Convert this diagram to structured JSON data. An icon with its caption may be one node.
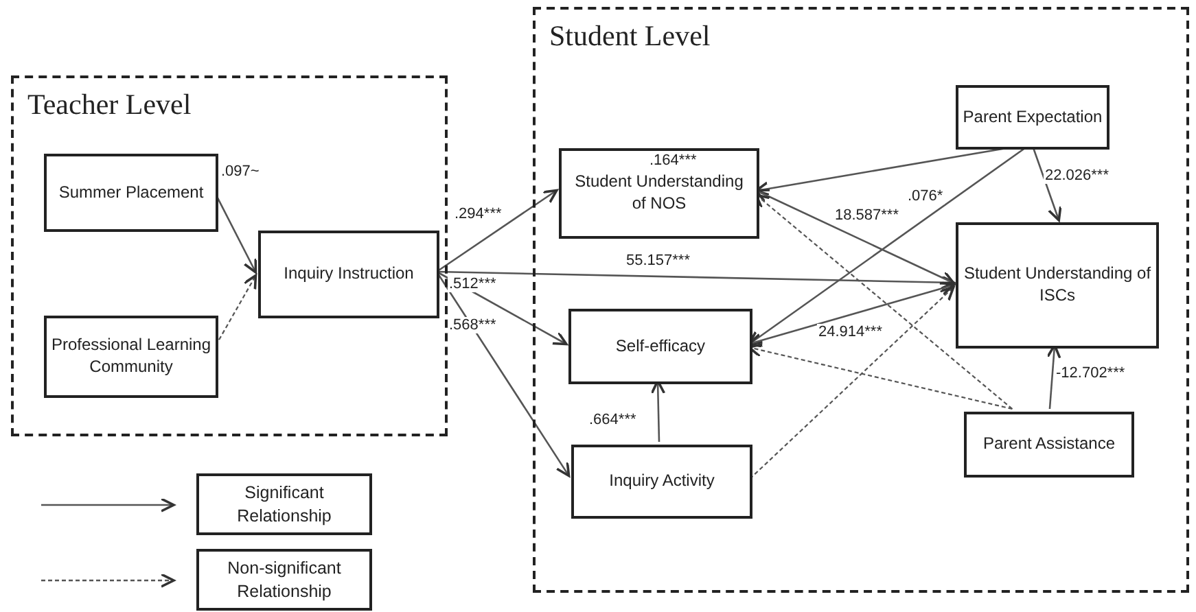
{
  "diagram": {
    "nodes": [
      {
        "text": [
          "Teacher Level"
        ]
      },
      {
        "text": [
          "Summer Placement"
        ],
        "in": 0
      },
      {
        "text": [
          "Professional Learning Community"
        ],
        "in": 0
      },
      {
        "text": [
          "Inquiry Instruction"
        ],
        "in": 0
      },
      {
        "text": [
          "Student Level"
        ]
      },
      {
        "text": [
          "Student Understanding of NOS"
        ],
        "in": 4
      },
      {
        "text": [
          "Parent Expectation"
        ],
        "in": 4
      },
      {
        "text": [
          "Student Understanding of ISCs"
        ],
        "in": 4
      },
      {
        "text": [
          "Self-efficacy"
        ],
        "in": 4
      },
      {
        "text": [
          "Parent Assistance"
        ],
        "in": 4
      },
      {
        "text": [
          "Inquiry Activity"
        ],
        "in": 4
      }
    ],
    "edges": [
      {
        "from": 1,
        "to": 3,
        "arrow": "to",
        "label": ".097~"
      },
      {
        "from": 2,
        "to": 3,
        "arrow": "to",
        "style": "dashed"
      },
      {
        "from": 3,
        "to": 5,
        "arrow": "to",
        "label": ".294***"
      },
      {
        "from": 3,
        "to": 7,
        "arrow": "to",
        "label": "55.157***"
      },
      {
        "from": 3,
        "to": 8,
        "arrow": "to",
        "label": ".512***"
      },
      {
        "from": 3,
        "to": 10,
        "arrow": "to",
        "label": ".568***"
      },
      {
        "from": 10,
        "to": 8,
        "arrow": "to",
        "label": ".664***"
      },
      {
        "from": 6,
        "to": 5,
        "arrow": "to",
        "label": ".164***"
      },
      {
        "from": 6,
        "to": 8,
        "arrow": "to",
        "label": ".076*"
      },
      {
        "from": 6,
        "to": 7,
        "arrow": "to",
        "label": "22.026***"
      },
      {
        "from": 5,
        "to": 7,
        "arrow": "both",
        "label": "18.587***"
      },
      {
        "from": 8,
        "to": 7,
        "arrow": "both",
        "label": "24.914***"
      },
      {
        "from": 9,
        "to": 5,
        "arrow": "to",
        "style": "dashed"
      },
      {
        "from": 9,
        "to": 8,
        "arrow": "to",
        "style": "dashed"
      },
      {
        "from": 10,
        "to": 7,
        "arrow": "to",
        "style": "dashed"
      },
      {
        "from": 9,
        "to": 7,
        "arrow": "to",
        "label": "-12.702***"
      }
    ],
    "legend": [
      {
        "text": "Significant Relationship"
      },
      {
        "text": "Non-significant Relationship"
      }
    ]
  }
}
